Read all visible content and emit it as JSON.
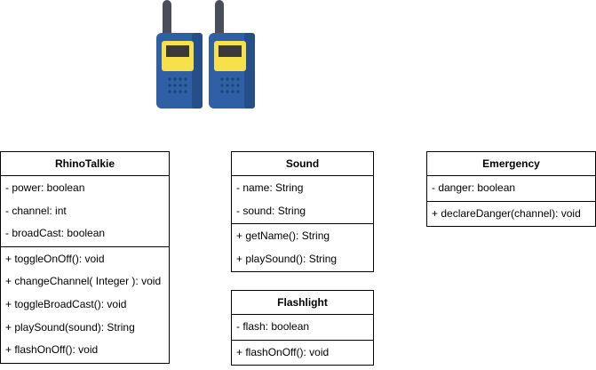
{
  "image": {
    "icon": "walkie-talkie-pair-icon"
  },
  "classes": [
    {
      "id": "rhinotalkie",
      "name": "RhinoTalkie",
      "attributes": [
        "- power: boolean",
        "- channel: int",
        "- broadCast: boolean"
      ],
      "methods": [
        "+ toggleOnOff(): void",
        "+ changeChannel( Integer ): void",
        "+ toggleBroadCast(): void",
        "+ playSound(sound): String",
        "+ flashOnOff(): void"
      ]
    },
    {
      "id": "sound",
      "name": "Sound",
      "attributes": [
        "- name: String",
        "- sound: String"
      ],
      "methods": [
        "+ getName(): String",
        "+ playSound(): String"
      ]
    },
    {
      "id": "emergency",
      "name": "Emergency",
      "attributes": [
        "- danger: boolean"
      ],
      "methods": [
        "+ declareDanger(channel): void"
      ]
    },
    {
      "id": "flashlight",
      "name": "Flashlight",
      "attributes": [
        "- flash: boolean"
      ],
      "methods": [
        "+ flashOnOff(): void"
      ]
    }
  ],
  "colors": {
    "body": "#2f5fa4",
    "screen": "#f7e04a",
    "antenna": "#4a4d5a"
  }
}
